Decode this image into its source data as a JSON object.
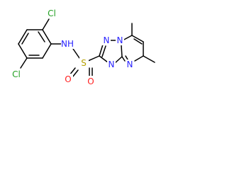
{
  "colors": {
    "bond": "#000000",
    "carbon": "#000000",
    "nitrogen": "#2a24ff",
    "chlorine": "#22a022",
    "sulfur": "#b6a000",
    "oxygen": "#ff2020",
    "background": "#ffffff"
  },
  "atoms": {
    "cl_top": "Cl",
    "cl_bottom": "Cl",
    "nh": "NH",
    "s": "S",
    "o_left": "O",
    "o_right": "O",
    "n1": "N",
    "n2": "N",
    "n3": "N",
    "n4": "N"
  }
}
